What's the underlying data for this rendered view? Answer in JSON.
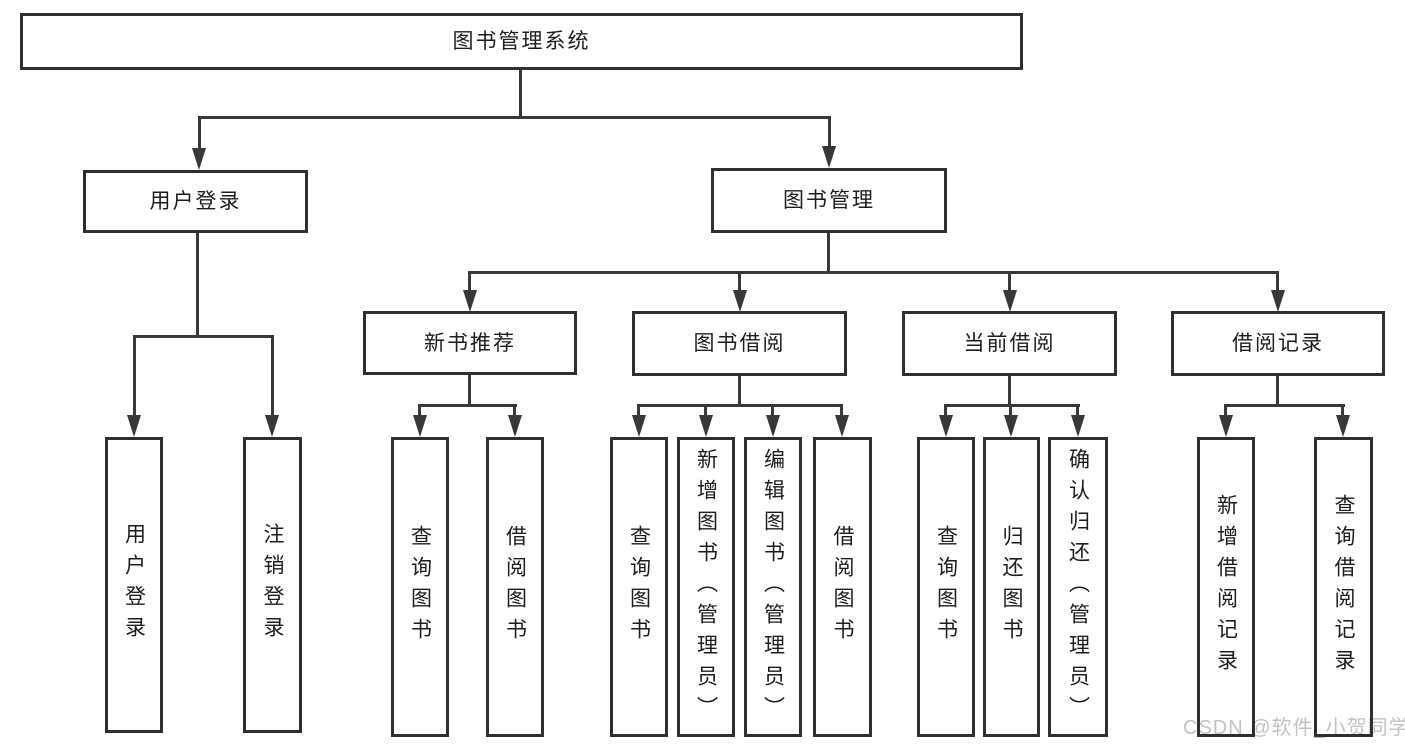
{
  "diagram": {
    "type": "hierarchy",
    "watermark": "CSDN @软件_小贺同学",
    "colors": {
      "line": "#383838",
      "box_border": "#2f2f2f",
      "box_fill": "#ffffff",
      "text": "#1d1d1d",
      "watermark": "#c3c3c3"
    },
    "tree": {
      "root": {
        "label": "图书管理系统"
      },
      "branches": [
        {
          "label": "用户登录",
          "children": [
            {
              "label": "用户登录"
            },
            {
              "label": "注销登录"
            }
          ]
        },
        {
          "label": "图书管理",
          "children": [
            {
              "label": "新书推荐",
              "children": [
                {
                  "label": "查询图书"
                },
                {
                  "label": "借阅图书"
                }
              ]
            },
            {
              "label": "图书借阅",
              "children": [
                {
                  "label": "查询图书"
                },
                {
                  "label": "新增图书（管理员）"
                },
                {
                  "label": "编辑图书（管理员）"
                },
                {
                  "label": "借阅图书"
                }
              ]
            },
            {
              "label": "当前借阅",
              "children": [
                {
                  "label": "查询图书"
                },
                {
                  "label": "归还图书"
                },
                {
                  "label": "确认归还（管理员）"
                }
              ]
            },
            {
              "label": "借阅记录",
              "children": [
                {
                  "label": "新增借阅记录"
                },
                {
                  "label": "查询借阅记录"
                }
              ]
            }
          ]
        }
      ]
    }
  }
}
